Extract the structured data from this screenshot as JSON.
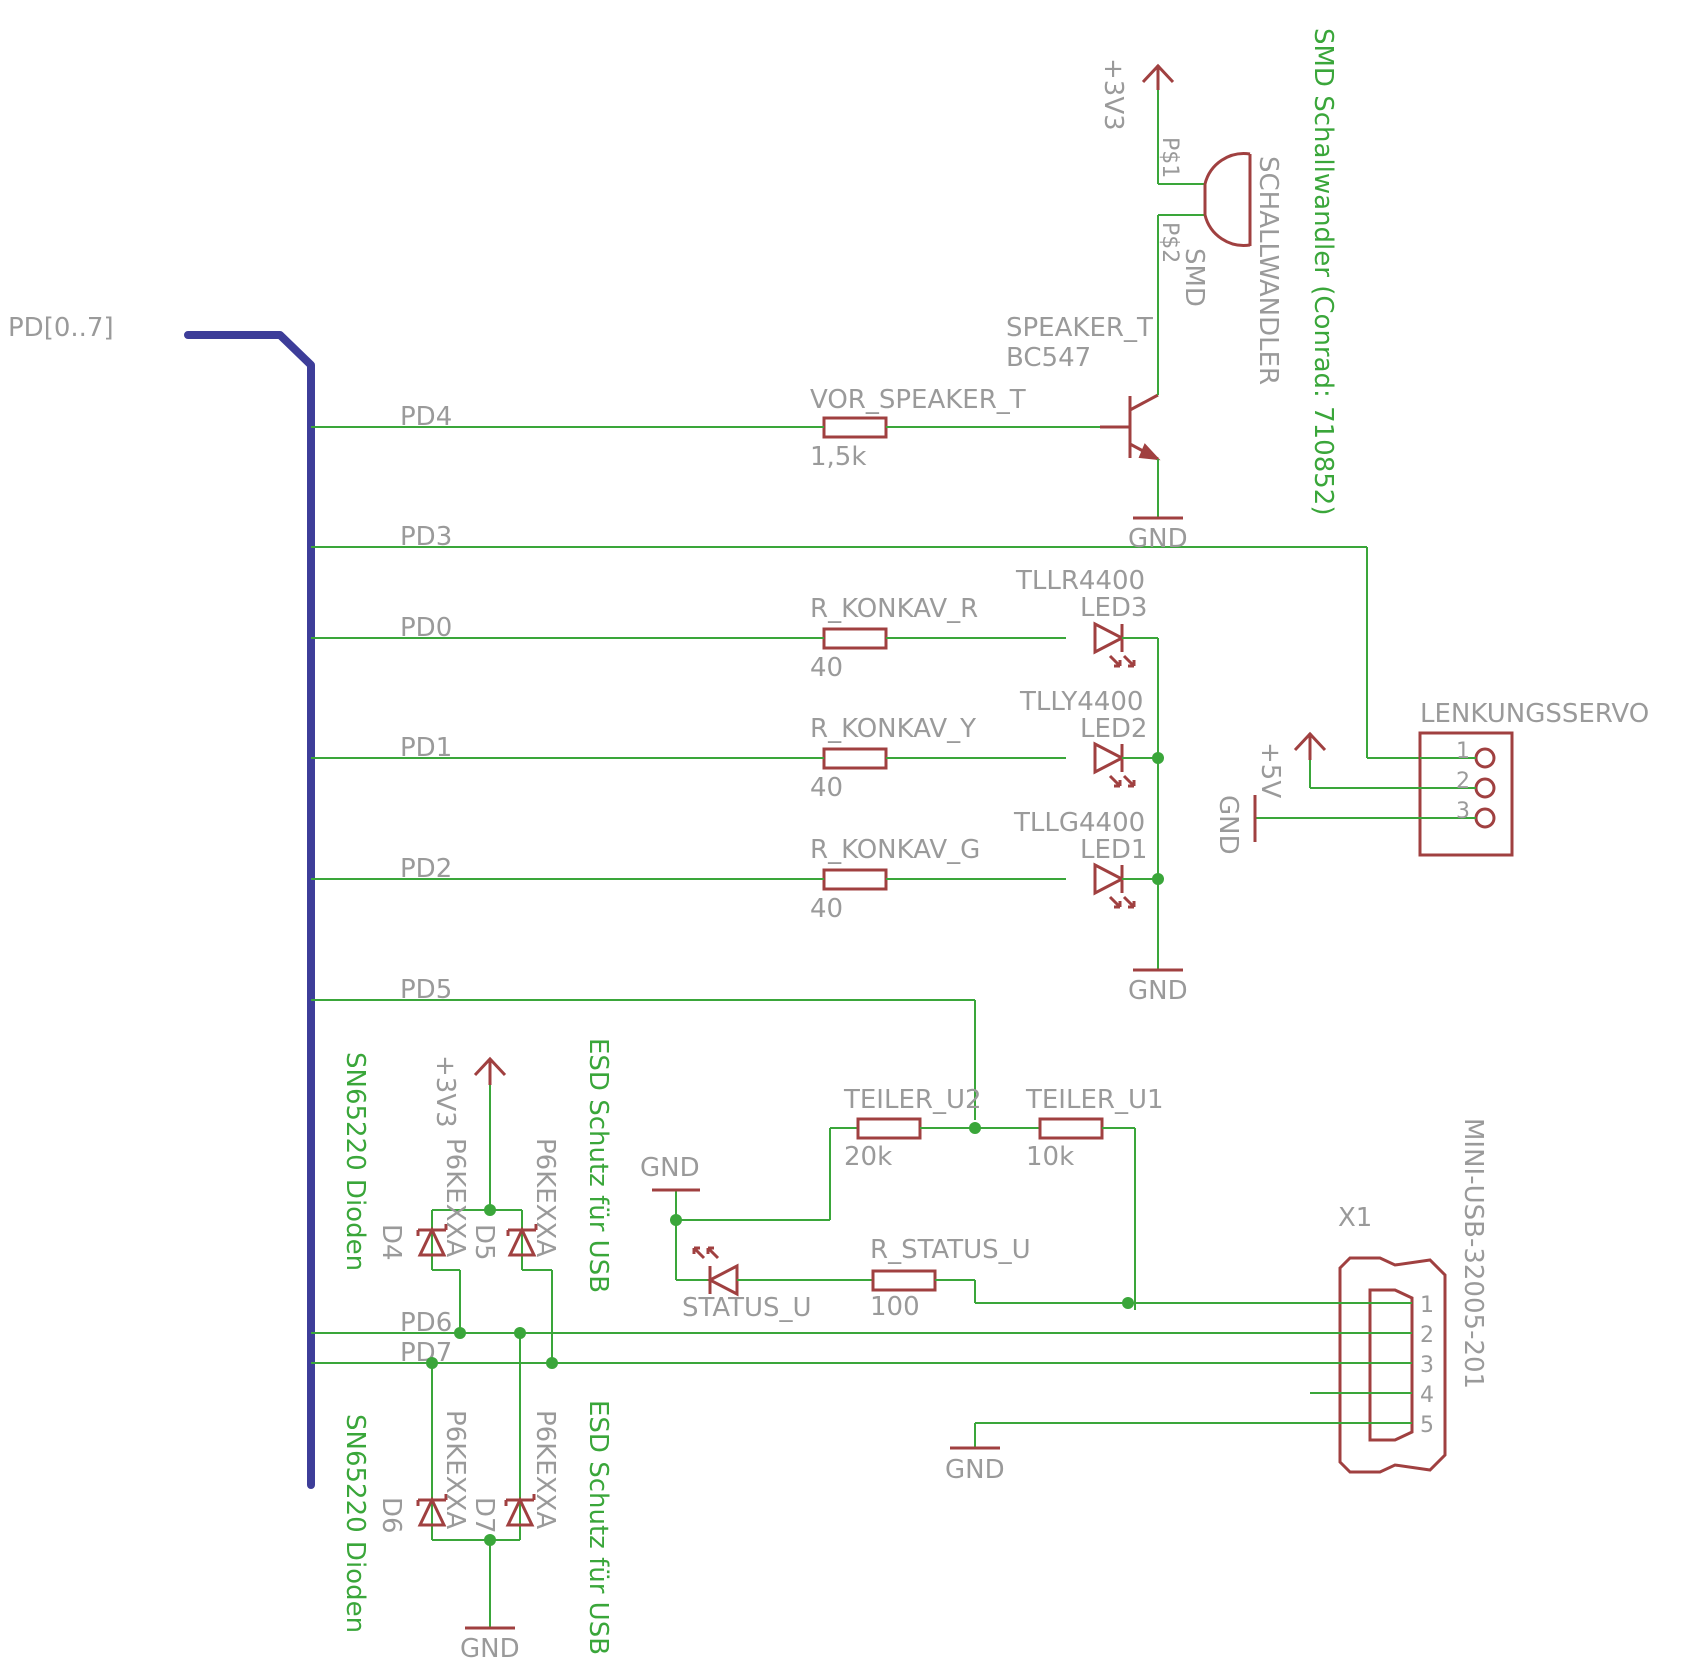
{
  "colors": {
    "wire": "#3aa63a",
    "bus": "#3d3d99",
    "part": "#a04040",
    "label": "#9a9a9a",
    "note": "#3aa63a"
  },
  "bus_label": "PD[0..7]",
  "nets": {
    "pd4": "PD4",
    "pd3": "PD3",
    "pd0": "PD0",
    "pd1": "PD1",
    "pd2": "PD2",
    "pd5": "PD5",
    "pd6": "PD6",
    "pd7": "PD7"
  },
  "power": {
    "v33": "+3V3",
    "v5": "+5V",
    "gnd": "GND"
  },
  "speaker": {
    "transistor_name": "SPEAKER_T",
    "transistor_value": "BC547",
    "resistor_name": "VOR_SPEAKER_T",
    "resistor_value": "1,5k",
    "buzzer_pin1": "P$1",
    "buzzer_pin2": "P$2",
    "buzzer_name": "SCHALLWANDLER",
    "buzzer_value": "SMD",
    "note": "SMD Schallwandler (Conrad: 710852)"
  },
  "leds": [
    {
      "resistor": "R_KONKAV_R",
      "resistor_value": "40",
      "type": "TLLR4400",
      "name": "LED3"
    },
    {
      "resistor": "R_KONKAV_Y",
      "resistor_value": "40",
      "type": "TLLY4400",
      "name": "LED2"
    },
    {
      "resistor": "R_KONKAV_G",
      "resistor_value": "40",
      "type": "TLLG4400",
      "name": "LED1"
    }
  ],
  "servo": {
    "name": "LENKUNGSSERVO",
    "pins": [
      "1",
      "2",
      "3"
    ]
  },
  "usb_status": {
    "divider_u2": "TEILER_U2",
    "divider_u2_value": "20k",
    "divider_u1": "TEILER_U1",
    "divider_u1_value": "10k",
    "status_resistor": "R_STATUS_U",
    "status_resistor_value": "100",
    "status_led": "STATUS_U"
  },
  "usb_connector": {
    "name": "X1",
    "value": "MINI-USB-32005-201",
    "pins": [
      "1",
      "2",
      "3",
      "4",
      "5"
    ]
  },
  "esd": {
    "diodes": [
      {
        "name": "D4",
        "value": "P6KEXXA"
      },
      {
        "name": "D5",
        "value": "P6KEXXA"
      },
      {
        "name": "D6",
        "value": "P6KEXXA"
      },
      {
        "name": "D7",
        "value": "P6KEXXA"
      }
    ],
    "note_diodes": "SN65220 Dioden",
    "note_protection": "ESD Schutz für USB"
  }
}
